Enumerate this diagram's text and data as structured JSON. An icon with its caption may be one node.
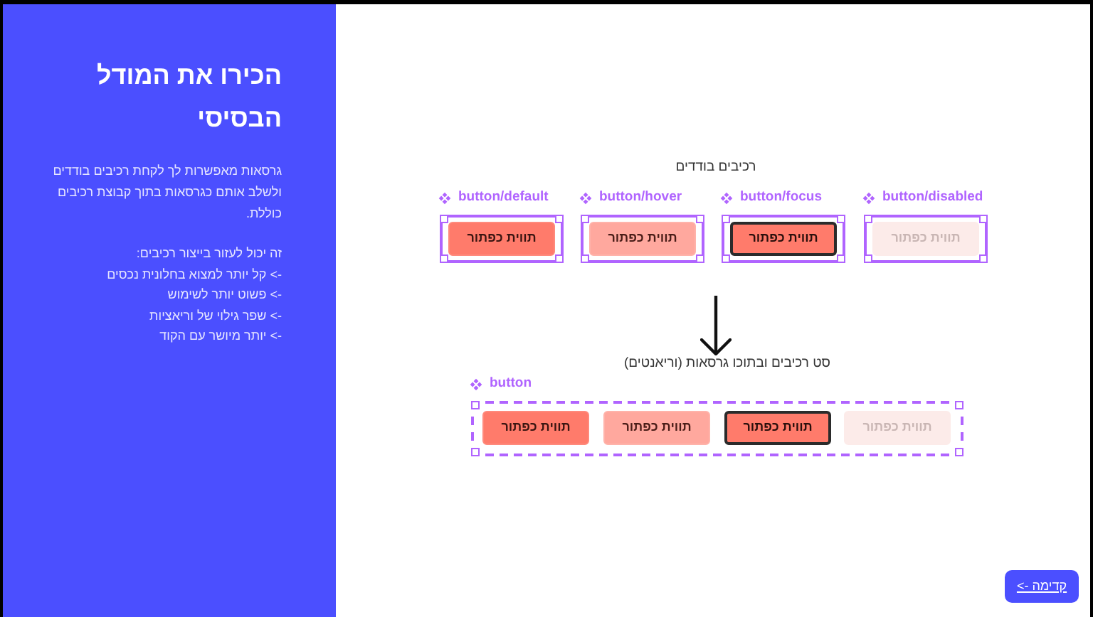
{
  "diagram": {
    "nodes": [
      {
        "text": [
          "הכירו את המודל הבסיסי",
          "גרסאות מאפשרות לך לקחת רכיבים בודדים ולשלב אותם כגרסאות בתוך קבוצת רכיבים כוללת.",
          "זה יכול לעזור בייצור רכיבים:",
          "-> קל יותר למצוא בחלונית נכסים",
          "-> פשוט יותר לשימוש",
          "-> שפר גילוי של וריאציות",
          "-> יותר מיושר עם הקוד"
        ]
      },
      {
        "text": [
          "button/default"
        ]
      },
      {
        "text": [
          "תווית כפתור"
        ],
        "in": 1
      },
      {
        "text": [
          "button/hover"
        ]
      },
      {
        "text": [
          "תווית כפתור"
        ],
        "in": 3
      },
      {
        "text": [
          "button/focus"
        ]
      },
      {
        "text": [
          "תווית כפתור"
        ],
        "in": 5
      },
      {
        "text": [
          "button/disabled"
        ]
      },
      {
        "text": [
          "תווית כפתור"
        ],
        "in": 7
      },
      {
        "text": [
          "סט רכיבים ובתוכו גרסאות (וריאנטים)"
        ]
      },
      {
        "text": [
          "button"
        ]
      },
      {
        "text": [
          "תווית כפתור"
        ],
        "in": 10
      },
      {
        "text": [
          "תווית כפתור"
        ],
        "in": 10
      },
      {
        "text": [
          "תווית כפתור"
        ],
        "in": 10
      },
      {
        "text": [
          "תווית כפתור"
        ],
        "in": 10
      },
      {
        "text": [
          "קדימה ->"
        ]
      }
    ],
    "edges": [
      {
        "from": null,
        "to": 9,
        "arrow": "to"
      }
    ],
    "labels": [
      "רכיבים בודדים"
    ]
  }
}
